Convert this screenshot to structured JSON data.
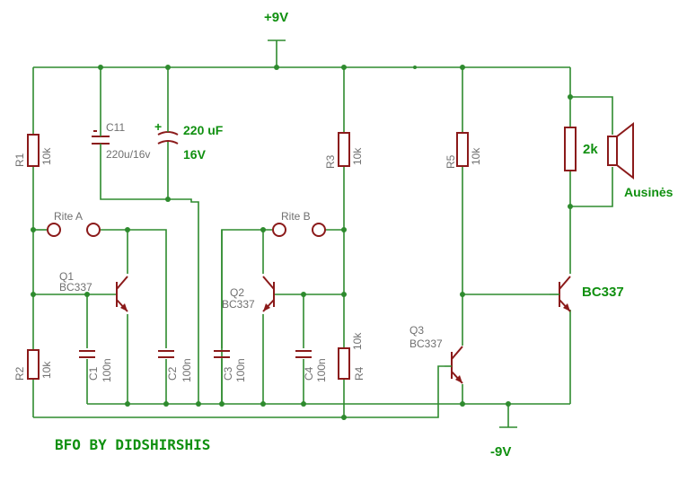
{
  "supply": {
    "positive": "+9V",
    "negative": "-9V"
  },
  "resistors": [
    {
      "ref": "R1",
      "value": "10k"
    },
    {
      "ref": "R2",
      "value": "10k"
    },
    {
      "ref": "R3",
      "value": "10k"
    },
    {
      "ref": "R4",
      "value": "10k"
    },
    {
      "ref": "R5",
      "value": "10k"
    },
    {
      "ref": "",
      "value": "2k"
    }
  ],
  "capacitors": [
    {
      "ref": "C11",
      "value": "220u/16v"
    },
    {
      "ref": "C1",
      "value": "100n"
    },
    {
      "ref": "C2",
      "value": "100n"
    },
    {
      "ref": "C3",
      "value": "100n"
    },
    {
      "ref": "C4",
      "value": "100n"
    }
  ],
  "electrolytic_note": {
    "value": "220 uF",
    "voltage": "16V",
    "plus": "+"
  },
  "transistors": [
    {
      "ref": "Q1",
      "part": "BC337"
    },
    {
      "ref": "Q2",
      "part": "BC337"
    },
    {
      "ref": "Q3",
      "part": "BC337"
    },
    {
      "ref": "",
      "part": "BC337"
    }
  ],
  "coils": {
    "a": "Rite A",
    "b": "Rite B"
  },
  "speaker_label": "Ausinės",
  "footer_title": "BFO BY DIDSHIRSHIS",
  "colors": {
    "wire": "#2e8b2e",
    "component": "#8b1a1a",
    "label_gray": "#707070",
    "label_green": "#109010"
  }
}
